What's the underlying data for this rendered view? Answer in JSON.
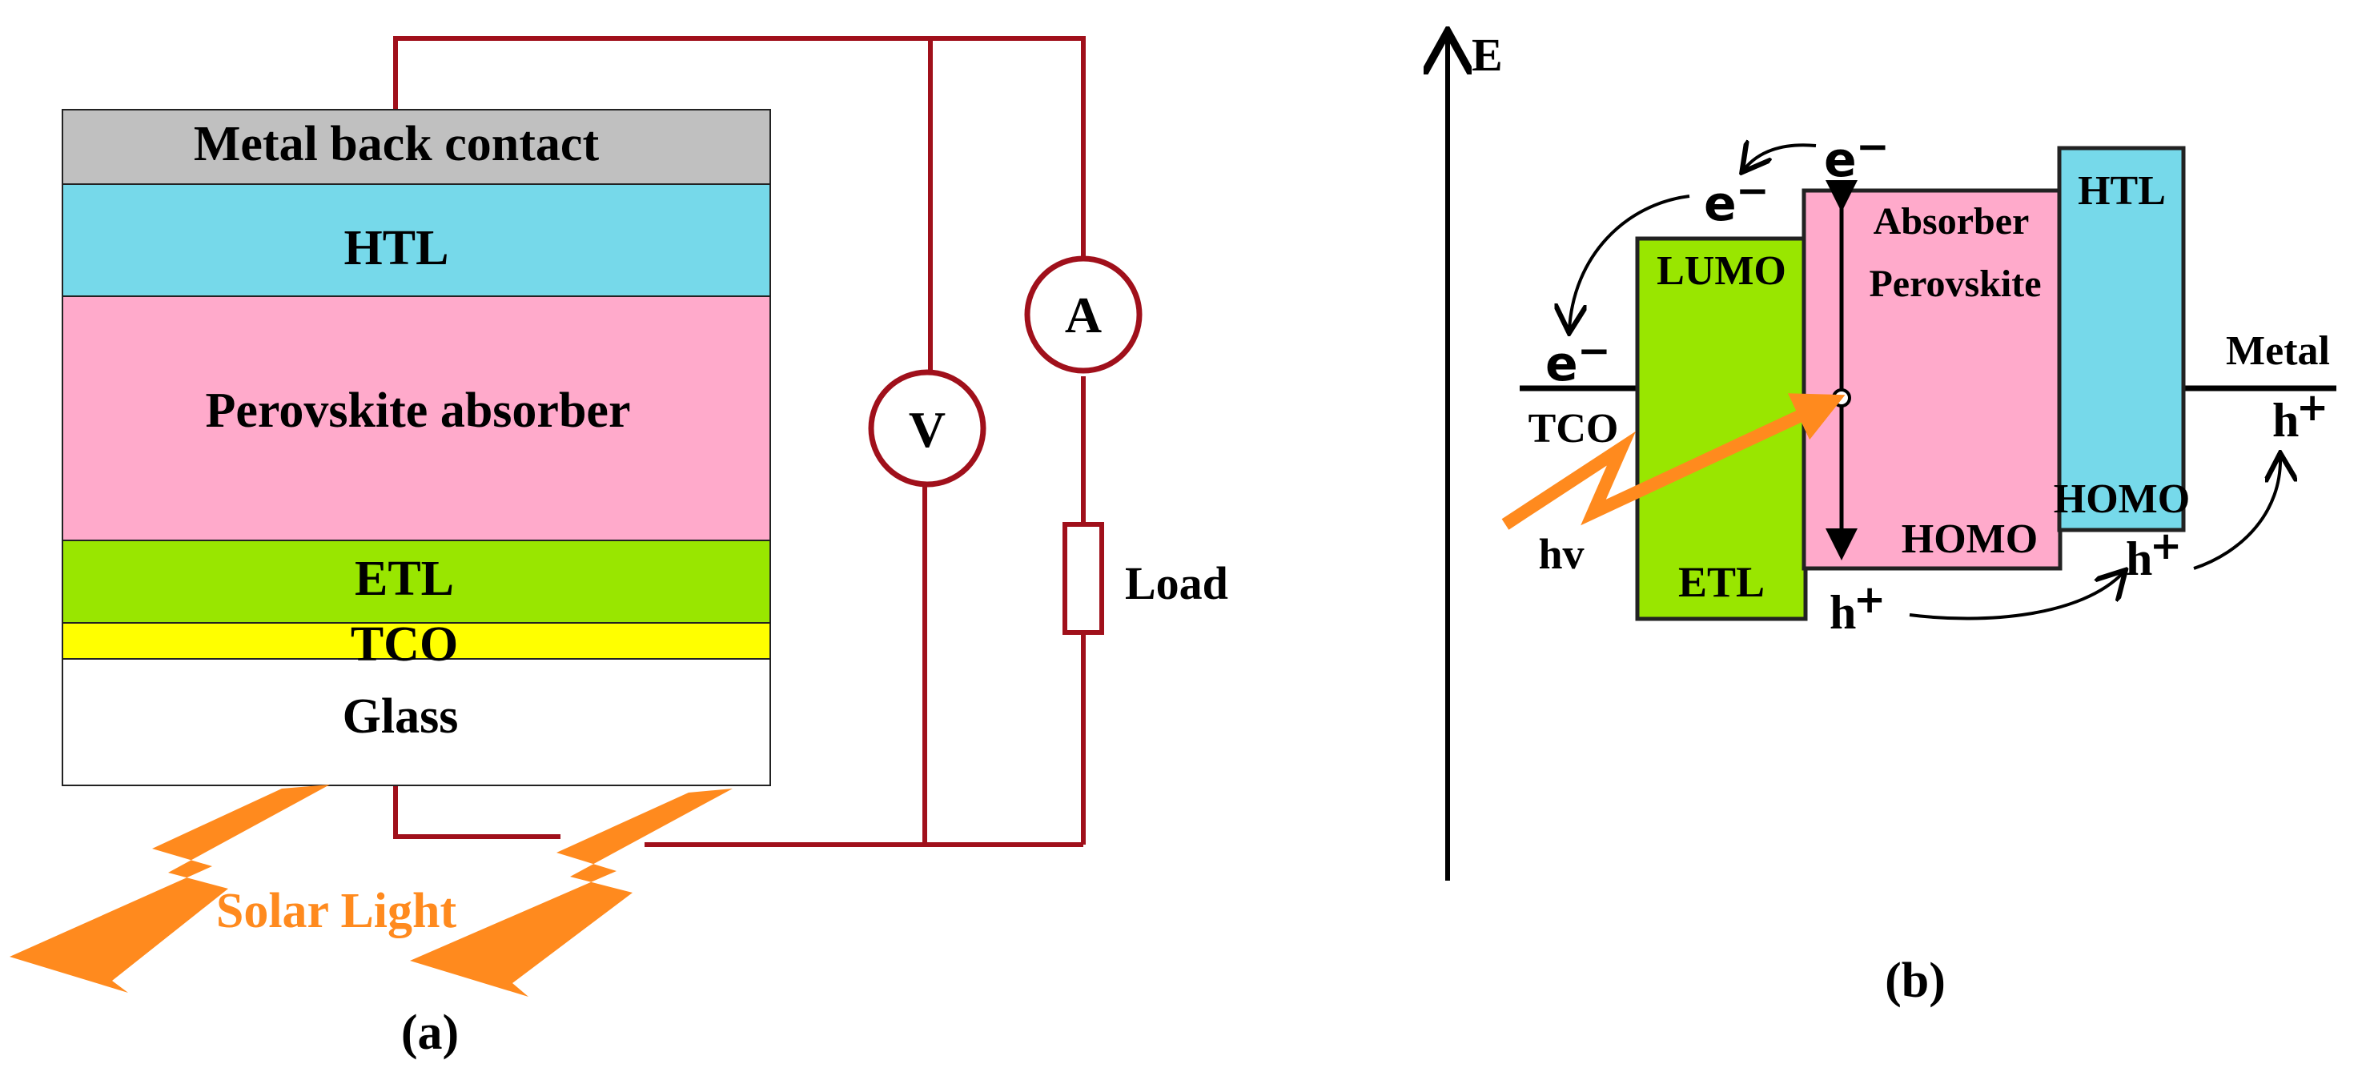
{
  "panel_a": {
    "caption": "(a)",
    "layers": {
      "metal": {
        "label": "Metal back contact",
        "color": "#c0c0c0"
      },
      "htl": {
        "label": "HTL",
        "color": "#76d9ea"
      },
      "perovskite": {
        "label": "Perovskite absorber",
        "color": "#ffaacb"
      },
      "etl": {
        "label": "ETL",
        "color": "#99e600"
      },
      "tco": {
        "label": "TCO",
        "color": "#ffff00"
      },
      "glass": {
        "label": "Glass",
        "color": "#ffffff"
      }
    },
    "circuit": {
      "wire_color": "#a0101b",
      "ammeter": "A",
      "voltmeter": "V",
      "load": "Load"
    },
    "light": {
      "label": "Solar Light",
      "color": "#ff8a1e"
    }
  },
  "panel_b": {
    "caption": "(b)",
    "energy_axis": "E",
    "etl_box": {
      "top": "LUMO",
      "bottom": "ETL",
      "color": "#99e600"
    },
    "absorber_box": {
      "line1": "Absorber",
      "line2": "Perovskite",
      "bottom": "HOMO",
      "color": "#ffaacb"
    },
    "htl_box": {
      "top": "HTL",
      "bottom": "HOMO",
      "color": "#76d9ea"
    },
    "tco_label": "TCO",
    "metal_label": "Metal",
    "photon_label": "hv",
    "electron": "e",
    "electron_sup": "−",
    "hole": "h",
    "hole_sup": "+",
    "photon_color": "#ff8a1e"
  }
}
